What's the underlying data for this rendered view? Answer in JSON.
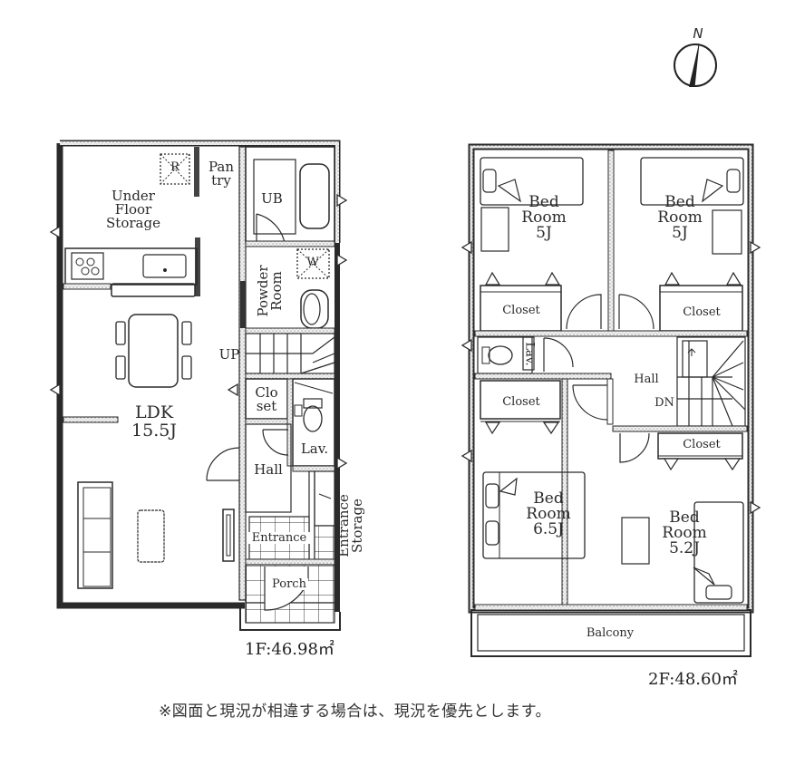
{
  "compass": {
    "label": "N",
    "icon": "north-arrow-icon"
  },
  "floor1": {
    "area_label": "1F:46.98㎡",
    "rooms": {
      "under_floor_storage": "Under\nFloor\nStorage",
      "storage_hatch": "R",
      "pantry": "Pan\ntry",
      "ub": "UB",
      "powder_room": "Powder\nRoom",
      "washer": "W",
      "up": "UP",
      "ldk": "LDK",
      "ldk_size": "15.5J",
      "closet": "Clo\nset",
      "lav": "Lav.",
      "hall": "Hall",
      "entrance_storage": "Entrance Storage",
      "entrance": "Entrance",
      "porch": "Porch"
    }
  },
  "floor2": {
    "area_label": "2F:48.60㎡",
    "rooms": {
      "bed_nw": "Bed\nRoom\n5J",
      "bed_ne": "Bed\nRoom\n5J",
      "closet_nw": "Closet",
      "closet_ne": "Closet",
      "lav": "Lav.",
      "hall": "Hall",
      "dn": "DN",
      "closet_mid": "Closet",
      "closet_se": "Closet",
      "bed_sw": "Bed\nRoom\n6.5J",
      "bed_se": "Bed\nRoom\n5.2J",
      "balcony": "Balcony"
    }
  },
  "note": "※図面と現況が相違する場合は、現況を優先とします。",
  "colors": {
    "line": "#2a2a2a",
    "wall_fill": "#e8e8e8",
    "background": "#ffffff"
  }
}
